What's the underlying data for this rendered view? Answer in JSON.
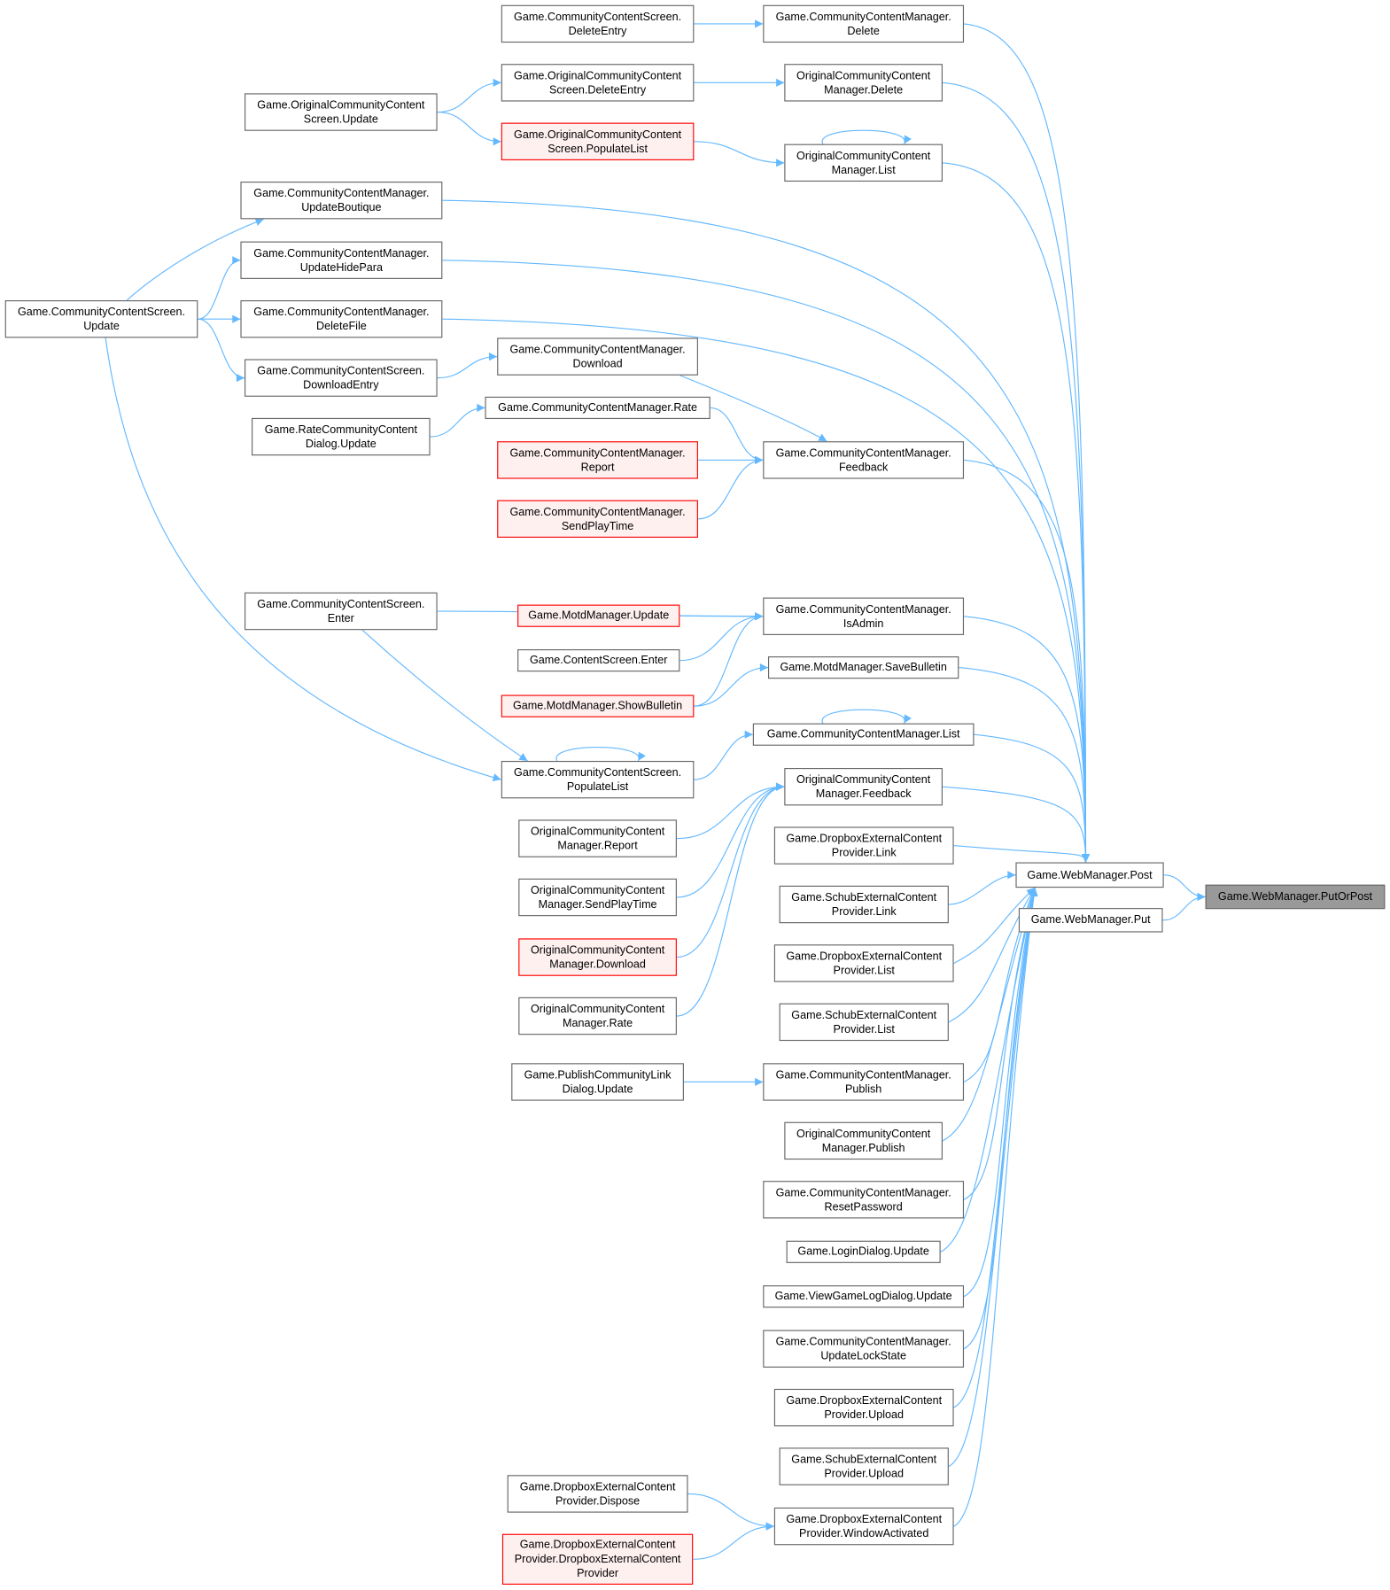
{
  "colors": {
    "edge": "#63b8ff",
    "box_border": "#666666",
    "red_border": "#ff0000",
    "red_fill": "#fff0f0",
    "focus_fill": "#999999"
  },
  "nodes": [
    {
      "id": "ccs_deleteentry",
      "lines": [
        "Game.CommunityContentScreen.",
        "DeleteEntry"
      ]
    },
    {
      "id": "ccm_delete",
      "lines": [
        "Game.CommunityContentManager.",
        "Delete"
      ]
    },
    {
      "id": "occs_deleteentry",
      "lines": [
        "Game.OriginalCommunityContent",
        "Screen.DeleteEntry"
      ]
    },
    {
      "id": "occm_delete",
      "lines": [
        "OriginalCommunityContent",
        "Manager.Delete"
      ]
    },
    {
      "id": "occs_update",
      "lines": [
        "Game.OriginalCommunityContent",
        "Screen.Update"
      ]
    },
    {
      "id": "occs_populatelist",
      "lines": [
        "Game.OriginalCommunityContent",
        "Screen.PopulateList"
      ],
      "style": "red"
    },
    {
      "id": "occm_list",
      "lines": [
        "OriginalCommunityContent",
        "Manager.List"
      ]
    },
    {
      "id": "ccm_updateboutique",
      "lines": [
        "Game.CommunityContentManager.",
        "UpdateBoutique"
      ]
    },
    {
      "id": "ccm_updatehidepara",
      "lines": [
        "Game.CommunityContentManager.",
        "UpdateHidePara"
      ]
    },
    {
      "id": "ccs_update",
      "lines": [
        "Game.CommunityContentScreen.",
        "Update"
      ]
    },
    {
      "id": "ccm_deletefile",
      "lines": [
        "Game.CommunityContentManager.",
        "DeleteFile"
      ]
    },
    {
      "id": "ccs_downloadentry",
      "lines": [
        "Game.CommunityContentScreen.",
        "DownloadEntry"
      ]
    },
    {
      "id": "ccm_download",
      "lines": [
        "Game.CommunityContentManager.",
        "Download"
      ]
    },
    {
      "id": "ccm_rate",
      "lines": [
        "Game.CommunityContentManager.Rate"
      ]
    },
    {
      "id": "ratedialog_update",
      "lines": [
        "Game.RateCommunityContent",
        "Dialog.Update"
      ]
    },
    {
      "id": "ccm_report",
      "lines": [
        "Game.CommunityContentManager.",
        "Report"
      ],
      "style": "red"
    },
    {
      "id": "ccm_feedback",
      "lines": [
        "Game.CommunityContentManager.",
        "Feedback"
      ]
    },
    {
      "id": "ccm_sendplaytime",
      "lines": [
        "Game.CommunityContentManager.",
        "SendPlayTime"
      ],
      "style": "red"
    },
    {
      "id": "ccs_enter",
      "lines": [
        "Game.CommunityContentScreen.",
        "Enter"
      ]
    },
    {
      "id": "ccm_isadmin",
      "lines": [
        "Game.CommunityContentManager.",
        "IsAdmin"
      ]
    },
    {
      "id": "motd_update",
      "lines": [
        "Game.MotdManager.Update"
      ],
      "style": "red"
    },
    {
      "id": "contentscreen_enter",
      "lines": [
        "Game.ContentScreen.Enter"
      ]
    },
    {
      "id": "motd_savebulletin",
      "lines": [
        "Game.MotdManager.SaveBulletin"
      ]
    },
    {
      "id": "motd_showbulletin",
      "lines": [
        "Game.MotdManager.ShowBulletin"
      ],
      "style": "red"
    },
    {
      "id": "ccm_list",
      "lines": [
        "Game.CommunityContentManager.List"
      ]
    },
    {
      "id": "ccs_populatelist",
      "lines": [
        "Game.CommunityContentScreen.",
        "PopulateList"
      ]
    },
    {
      "id": "occm_feedback",
      "lines": [
        "OriginalCommunityContent",
        "Manager.Feedback"
      ]
    },
    {
      "id": "occm_report",
      "lines": [
        "OriginalCommunityContent",
        "Manager.Report"
      ]
    },
    {
      "id": "dropbox_link",
      "lines": [
        "Game.DropboxExternalContent",
        "Provider.Link"
      ]
    },
    {
      "id": "webmanager_post",
      "lines": [
        "Game.WebManager.Post"
      ]
    },
    {
      "id": "webmanager_putorpost",
      "lines": [
        "Game.WebManager.PutOrPost"
      ],
      "style": "focus"
    },
    {
      "id": "webmanager_put",
      "lines": [
        "Game.WebManager.Put"
      ]
    },
    {
      "id": "schub_link",
      "lines": [
        "Game.SchubExternalContent",
        "Provider.Link"
      ]
    },
    {
      "id": "occm_sendplaytime",
      "lines": [
        "OriginalCommunityContent",
        "Manager.SendPlayTime"
      ]
    },
    {
      "id": "dropbox_list",
      "lines": [
        "Game.DropboxExternalContent",
        "Provider.List"
      ]
    },
    {
      "id": "occm_download",
      "lines": [
        "OriginalCommunityContent",
        "Manager.Download"
      ],
      "style": "red"
    },
    {
      "id": "schub_list",
      "lines": [
        "Game.SchubExternalContent",
        "Provider.List"
      ]
    },
    {
      "id": "occm_rate",
      "lines": [
        "OriginalCommunityContent",
        "Manager.Rate"
      ]
    },
    {
      "id": "publishdialog_update",
      "lines": [
        "Game.PublishCommunityLink",
        "Dialog.Update"
      ]
    },
    {
      "id": "ccm_publish",
      "lines": [
        "Game.CommunityContentManager.",
        "Publish"
      ]
    },
    {
      "id": "occm_publish",
      "lines": [
        "OriginalCommunityContent",
        "Manager.Publish"
      ]
    },
    {
      "id": "ccm_resetpassword",
      "lines": [
        "Game.CommunityContentManager.",
        "ResetPassword"
      ]
    },
    {
      "id": "logindialog_update",
      "lines": [
        "Game.LoginDialog.Update"
      ]
    },
    {
      "id": "viewgamelog_update",
      "lines": [
        "Game.ViewGameLogDialog.Update"
      ]
    },
    {
      "id": "ccm_updatelockstate",
      "lines": [
        "Game.CommunityContentManager.",
        "UpdateLockState"
      ]
    },
    {
      "id": "dropbox_upload",
      "lines": [
        "Game.DropboxExternalContent",
        "Provider.Upload"
      ]
    },
    {
      "id": "schub_upload",
      "lines": [
        "Game.SchubExternalContent",
        "Provider.Upload"
      ]
    },
    {
      "id": "dropbox_dispose",
      "lines": [
        "Game.DropboxExternalContent",
        "Provider.Dispose"
      ]
    },
    {
      "id": "dropbox_windowactivated",
      "lines": [
        "Game.DropboxExternalContent",
        "Provider.WindowActivated"
      ]
    },
    {
      "id": "dropbox_ctor",
      "lines": [
        "Game.DropboxExternalContent",
        "Provider.DropboxExternalContent",
        "Provider"
      ],
      "style": "red"
    }
  ],
  "edges": [
    [
      "ccs_deleteentry",
      "ccm_delete"
    ],
    [
      "ccm_delete",
      "webmanager_post"
    ],
    [
      "occs_deleteentry",
      "occm_delete"
    ],
    [
      "occm_delete",
      "webmanager_post"
    ],
    [
      "occs_update",
      "occs_deleteentry"
    ],
    [
      "occs_update",
      "occs_populatelist"
    ],
    [
      "occs_populatelist",
      "occm_list"
    ],
    [
      "occm_list",
      "occm_list"
    ],
    [
      "occm_list",
      "webmanager_post"
    ],
    [
      "ccs_update",
      "ccm_updateboutique"
    ],
    [
      "ccs_update",
      "ccm_updatehidepara"
    ],
    [
      "ccs_update",
      "ccm_deletefile"
    ],
    [
      "ccs_update",
      "ccs_downloadentry"
    ],
    [
      "ccs_update",
      "ccs_populatelist"
    ],
    [
      "ccm_updateboutique",
      "webmanager_post"
    ],
    [
      "ccm_updatehidepara",
      "webmanager_post"
    ],
    [
      "ccm_deletefile",
      "webmanager_post"
    ],
    [
      "ccs_downloadentry",
      "ccm_download"
    ],
    [
      "ccm_download",
      "ccm_feedback"
    ],
    [
      "ratedialog_update",
      "ccm_rate"
    ],
    [
      "ccm_rate",
      "ccm_feedback"
    ],
    [
      "ccm_report",
      "ccm_feedback"
    ],
    [
      "ccm_sendplaytime",
      "ccm_feedback"
    ],
    [
      "ccm_feedback",
      "webmanager_post"
    ],
    [
      "ccs_enter",
      "ccm_isadmin"
    ],
    [
      "motd_update",
      "ccm_isadmin"
    ],
    [
      "contentscreen_enter",
      "ccm_isadmin"
    ],
    [
      "motd_showbulletin",
      "ccm_isadmin"
    ],
    [
      "motd_showbulletin",
      "motd_savebulletin"
    ],
    [
      "ccm_isadmin",
      "webmanager_post"
    ],
    [
      "motd_savebulletin",
      "webmanager_post"
    ],
    [
      "ccs_enter",
      "ccs_populatelist"
    ],
    [
      "ccs_populatelist",
      "ccs_populatelist"
    ],
    [
      "ccs_populatelist",
      "ccm_list"
    ],
    [
      "ccm_list",
      "ccm_list"
    ],
    [
      "ccm_list",
      "webmanager_post"
    ],
    [
      "occm_report",
      "occm_feedback"
    ],
    [
      "occm_sendplaytime",
      "occm_feedback"
    ],
    [
      "occm_download",
      "occm_feedback"
    ],
    [
      "occm_rate",
      "occm_feedback"
    ],
    [
      "occm_feedback",
      "webmanager_post"
    ],
    [
      "dropbox_link",
      "webmanager_post"
    ],
    [
      "schub_link",
      "webmanager_post"
    ],
    [
      "dropbox_list",
      "webmanager_post"
    ],
    [
      "schub_list",
      "webmanager_post"
    ],
    [
      "ccm_publish",
      "webmanager_post"
    ],
    [
      "occm_publish",
      "webmanager_post"
    ],
    [
      "ccm_resetpassword",
      "webmanager_post"
    ],
    [
      "logindialog_update",
      "webmanager_post"
    ],
    [
      "viewgamelog_update",
      "webmanager_post"
    ],
    [
      "ccm_updatelockstate",
      "webmanager_post"
    ],
    [
      "dropbox_upload",
      "webmanager_post"
    ],
    [
      "schub_upload",
      "webmanager_post"
    ],
    [
      "dropbox_windowactivated",
      "webmanager_post"
    ],
    [
      "publishdialog_update",
      "ccm_publish"
    ],
    [
      "dropbox_dispose",
      "dropbox_windowactivated"
    ],
    [
      "dropbox_ctor",
      "dropbox_windowactivated"
    ],
    [
      "webmanager_post",
      "webmanager_putorpost"
    ],
    [
      "webmanager_put",
      "webmanager_putorpost"
    ]
  ]
}
